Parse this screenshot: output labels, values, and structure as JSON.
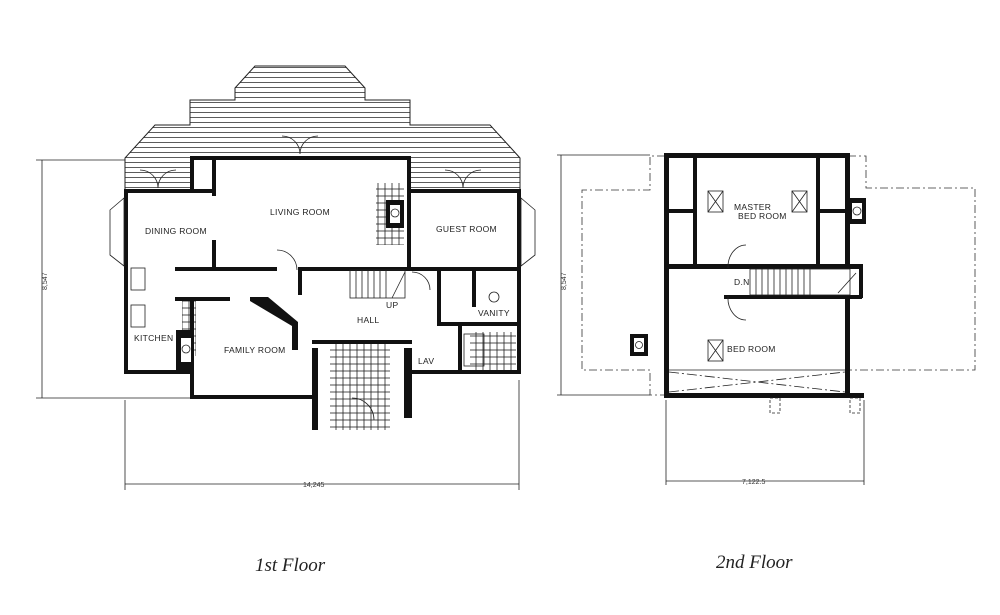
{
  "first_floor": {
    "caption": "1st Floor",
    "dimension_height": "8,547",
    "dimension_width": "14,245",
    "rooms": {
      "dining": "DINING ROOM",
      "living": "LIVING ROOM",
      "guest": "GUEST ROOM",
      "kitchen": "KITCHEN",
      "family": "FAMILY ROOM",
      "hall": "HALL",
      "up": "UP",
      "vanity": "VANITY",
      "lav": "LAV"
    }
  },
  "second_floor": {
    "caption": "2nd Floor",
    "dimension_height": "8,547",
    "dimension_width": "7,122.5",
    "rooms": {
      "master_line1": "MASTER",
      "master_line2": "BED ROOM",
      "down": "D.N",
      "bed": "BED ROOM"
    }
  }
}
